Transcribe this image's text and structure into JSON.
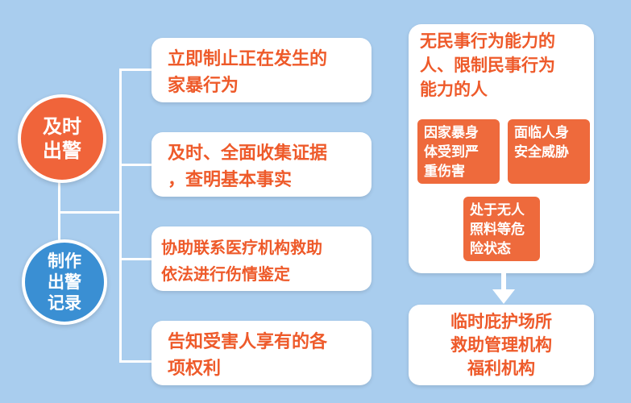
{
  "circles": {
    "respond": {
      "line1": "及时",
      "line2": "出警",
      "color": "#f0643a"
    },
    "record": {
      "line1": "制作",
      "line2": "出警",
      "line3": "记录",
      "color": "#3a8fd3"
    }
  },
  "actions": [
    {
      "line1": "立即制止正在发生的",
      "line2": "家暴行为"
    },
    {
      "line1": "及时、全面收集证据",
      "line2": "，查明基本事实"
    },
    {
      "line1": "协助联系医疗机构救助",
      "line2": "依法进行伤情鉴定"
    },
    {
      "line1": "告知受害人享有的各",
      "line2": "项权利"
    }
  ],
  "right_panel": {
    "title_line1": "无民事行为能力的",
    "title_line2": "人、限制民事行为",
    "title_line3": "能力的人",
    "conditions": [
      {
        "line1": "因家暴身",
        "line2": "体受到严",
        "line3": "重伤害"
      },
      {
        "line1": "面临人身",
        "line2": "安全威胁"
      },
      {
        "line1": "处于无人",
        "line2": "照料等危",
        "line3": "险状态"
      }
    ]
  },
  "result": {
    "line1": "临时庇护场所",
    "line2": "救助管理机构",
    "line3": "福利机构"
  },
  "colors": {
    "background": "#a9cdee",
    "accent_orange": "#ee5a2a",
    "circle_red": "#f0643a",
    "circle_blue": "#3a8fd3"
  }
}
